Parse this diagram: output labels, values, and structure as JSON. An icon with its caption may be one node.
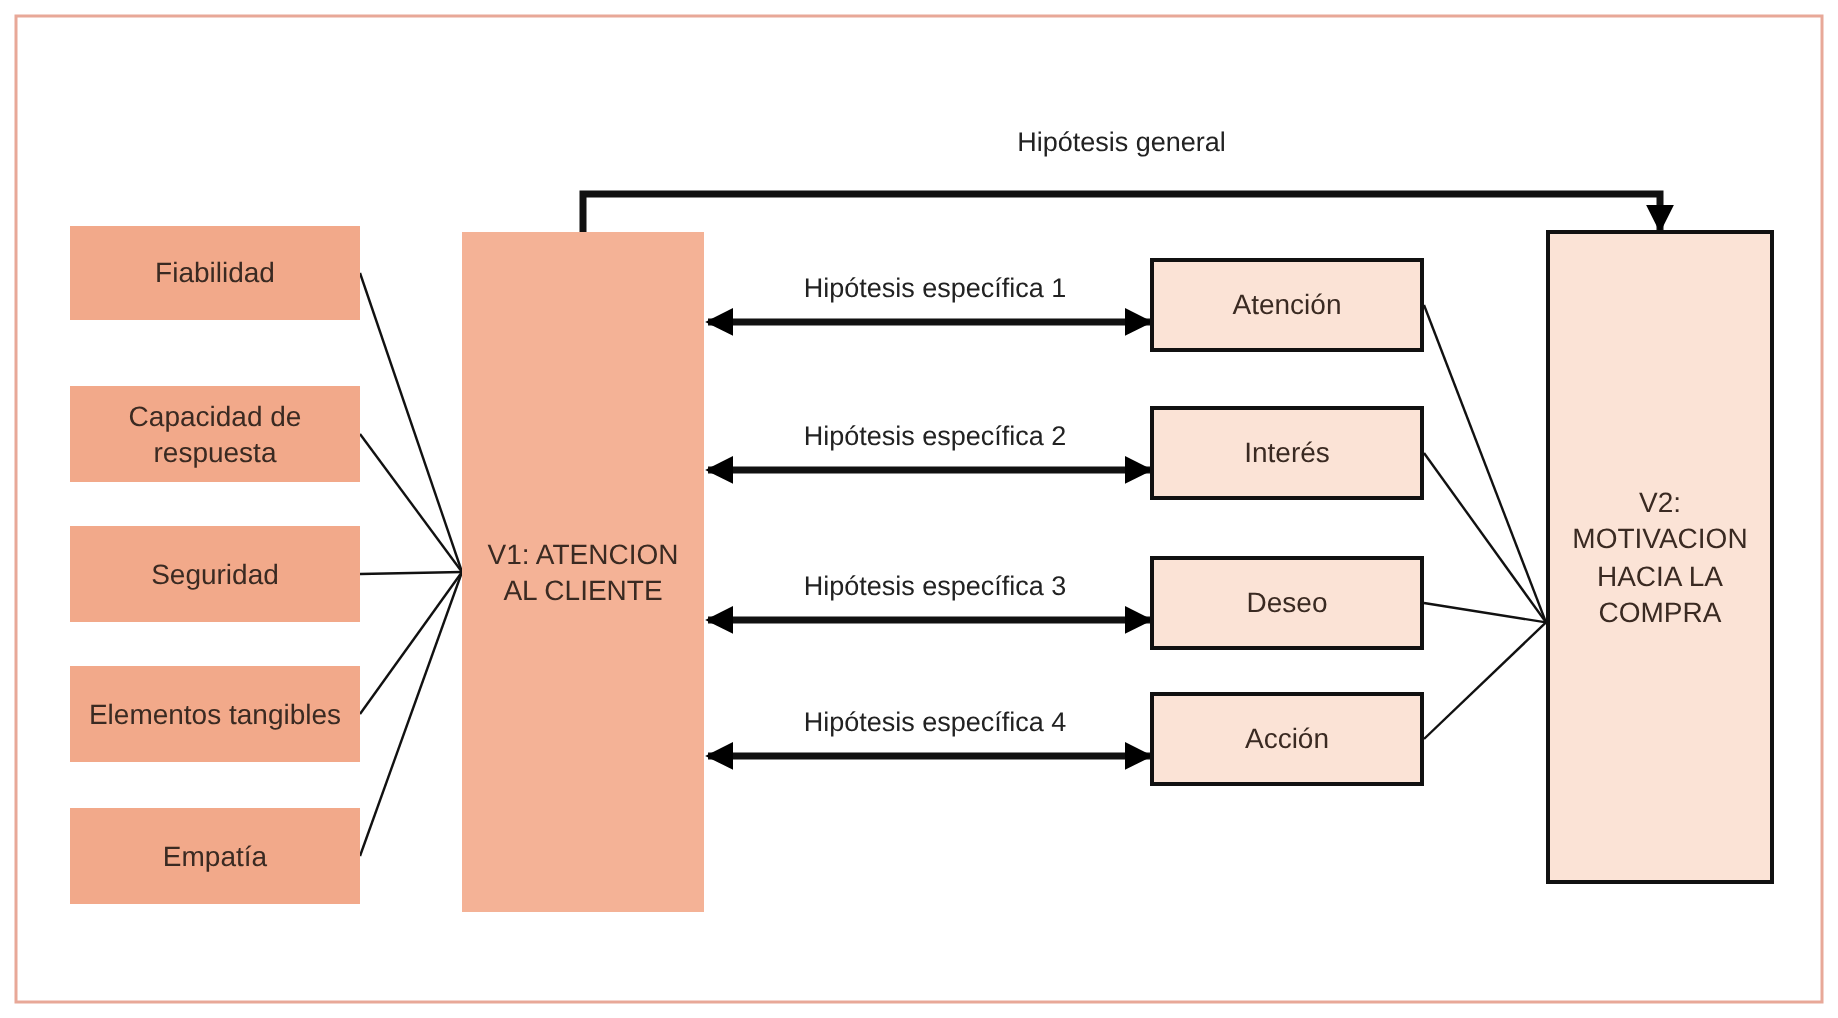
{
  "diagram": {
    "nodes": [
      {
        "text": [
          "Fiabilidad"
        ]
      },
      {
        "text": [
          "Capacidad de respuesta"
        ]
      },
      {
        "text": [
          "Seguridad"
        ]
      },
      {
        "text": [
          "Elementos tangibles"
        ]
      },
      {
        "text": [
          "Empatía"
        ]
      },
      {
        "text": [
          "V1: ATENCION AL CLIENTE"
        ]
      },
      {
        "text": [
          "Atención"
        ]
      },
      {
        "text": [
          "Interés"
        ]
      },
      {
        "text": [
          "Deseo"
        ]
      },
      {
        "text": [
          "Acción"
        ]
      },
      {
        "text": [
          "V2: MOTIVACION HACIA LA COMPRA"
        ]
      }
    ],
    "edges": [
      {
        "from": 0,
        "to": 5,
        "arrow": "none"
      },
      {
        "from": 1,
        "to": 5,
        "arrow": "none"
      },
      {
        "from": 2,
        "to": 5,
        "arrow": "none"
      },
      {
        "from": 3,
        "to": 5,
        "arrow": "none"
      },
      {
        "from": 4,
        "to": 5,
        "arrow": "none"
      },
      {
        "from": 5,
        "to": 10,
        "arrow": "to",
        "label": "Hipótesis general",
        "style": "thick"
      },
      {
        "from": 5,
        "to": 6,
        "arrow": "both",
        "label": "Hipótesis específica 1",
        "style": "thick"
      },
      {
        "from": 5,
        "to": 7,
        "arrow": "both",
        "label": "Hipótesis específica 2",
        "style": "thick"
      },
      {
        "from": 5,
        "to": 8,
        "arrow": "both",
        "label": "Hipótesis específica 3",
        "style": "thick"
      },
      {
        "from": 5,
        "to": 9,
        "arrow": "both",
        "label": "Hipótesis específica 4",
        "style": "thick"
      },
      {
        "from": 6,
        "to": 10,
        "arrow": "none"
      },
      {
        "from": 7,
        "to": 10,
        "arrow": "none"
      },
      {
        "from": 8,
        "to": 10,
        "arrow": "none"
      },
      {
        "from": 9,
        "to": 10,
        "arrow": "none"
      }
    ]
  }
}
